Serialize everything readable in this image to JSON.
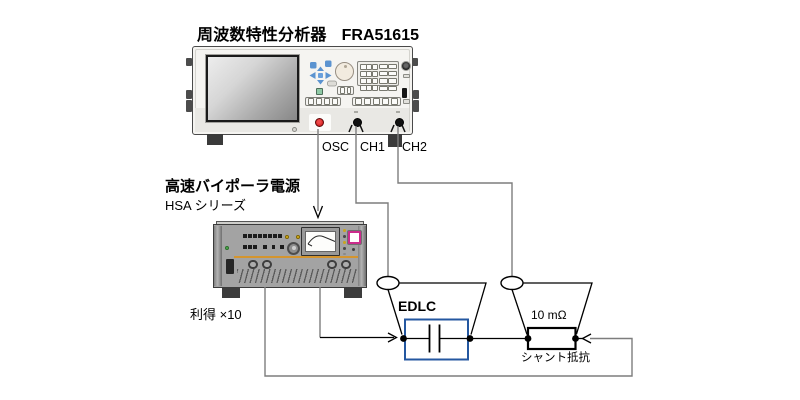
{
  "analyzer": {
    "title": "周波数特性分析器",
    "model": "FRA51615",
    "connectors": {
      "osc": "OSC",
      "ch1": "CH1",
      "ch2": "CH2"
    }
  },
  "supply": {
    "title": "高速バイポーラ電源",
    "series": "HSA シリーズ",
    "gain": "利得 ×10"
  },
  "circuit": {
    "dut_label": "EDLC",
    "shunt_value": "10 mΩ",
    "shunt_label": "シャント抵抗"
  },
  "colors": {
    "edlc_box_border": "#2457a0",
    "osc_connector_red": "#d32222",
    "supply_pink_button": "#cb2b8c",
    "supply_orange_line": "#d4952f",
    "wire_gray": "#7d7d7d",
    "wire_black": "#000000"
  }
}
